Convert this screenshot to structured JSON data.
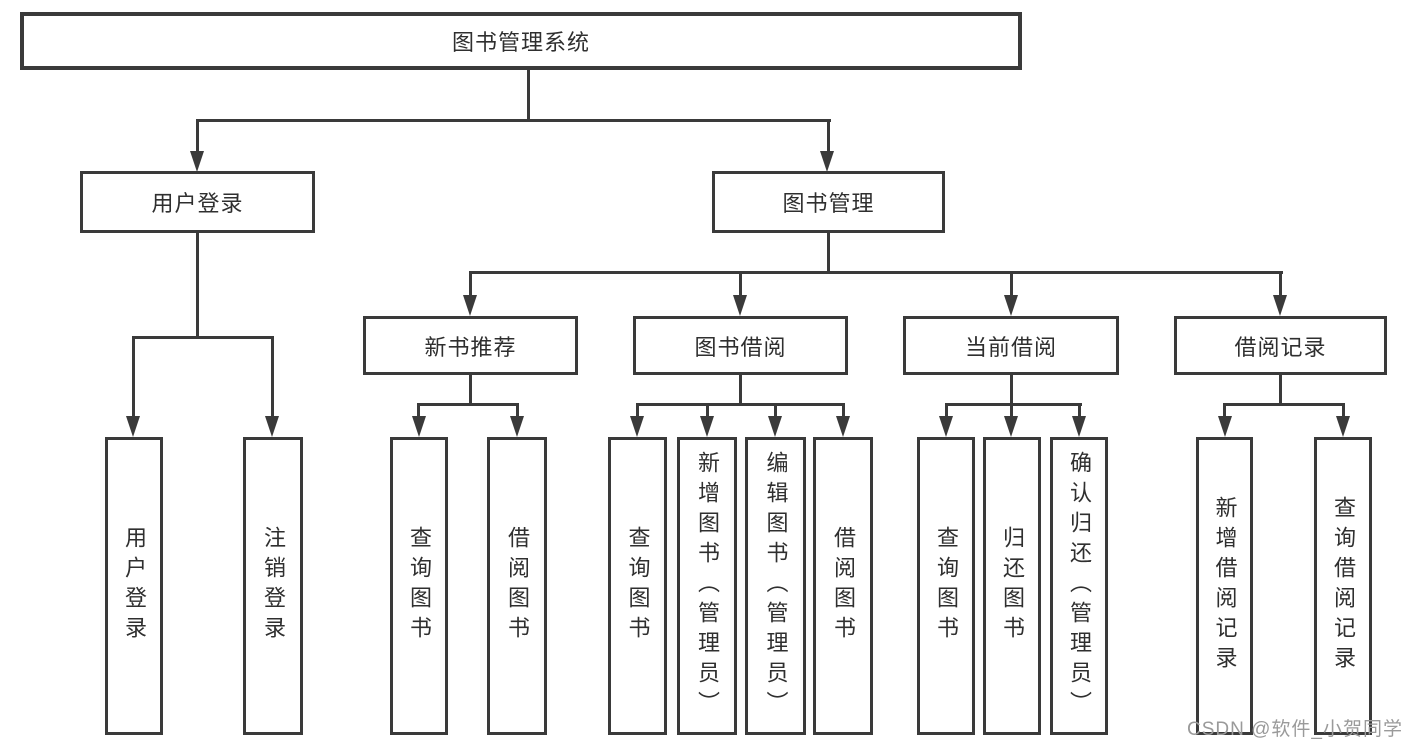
{
  "tree": {
    "root": "图书管理系统",
    "level1": [
      {
        "label": "用户登录",
        "children": [
          "用户登录",
          "注销登录"
        ]
      },
      {
        "label": "图书管理",
        "children": [
          {
            "label": "新书推荐",
            "children": [
              "查询图书",
              "借阅图书"
            ]
          },
          {
            "label": "图书借阅",
            "children": [
              "查询图书",
              "新增图书（管理员）",
              "编辑图书（管理员）",
              "借阅图书"
            ]
          },
          {
            "label": "当前借阅",
            "children": [
              "查询图书",
              "归还图书",
              "确认归还（管理员）"
            ]
          },
          {
            "label": "借阅记录",
            "children": [
              "新增借阅记录",
              "查询借阅记录"
            ]
          }
        ]
      }
    ]
  },
  "watermark": "CSDN @软件_小贺同学",
  "colors": {
    "line": "#3a3a3a",
    "text": "#2f2f2f",
    "watermark": "#9a9a9a",
    "background": "#ffffff"
  }
}
